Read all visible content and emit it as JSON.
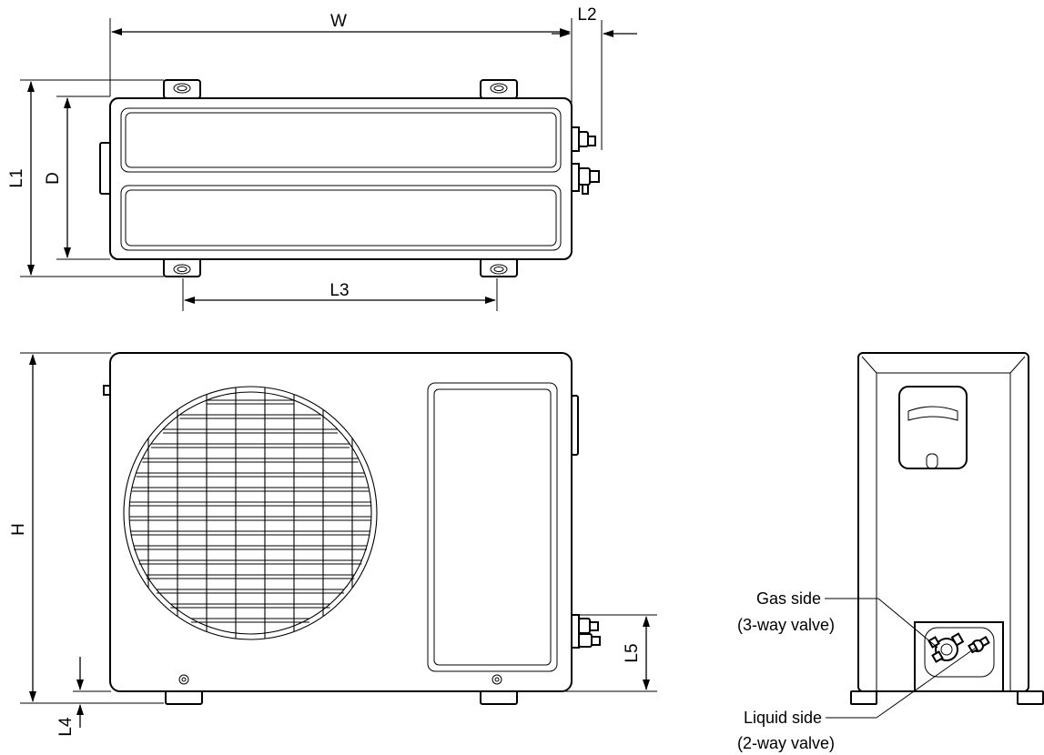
{
  "dimensions": {
    "w": "W",
    "l2": "L2",
    "l1": "L1",
    "d": "D",
    "l3": "L3",
    "h": "H",
    "l4": "L4",
    "l5": "L5"
  },
  "callouts": {
    "gas_side": "Gas side",
    "gas_valve": "(3-way valve)",
    "liquid_side": "Liquid side",
    "liquid_valve": "(2-way valve)"
  }
}
